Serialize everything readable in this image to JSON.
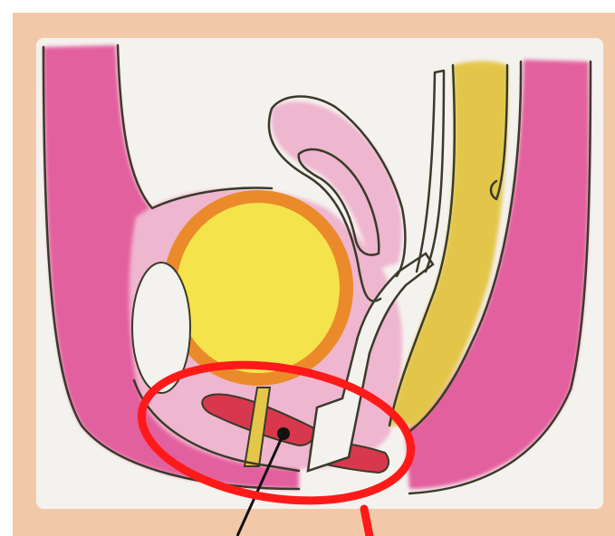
{
  "diagram": {
    "type": "anatomical illustration",
    "colors": {
      "page": "#ffffff",
      "frame": "#f2c9a8",
      "canvas": "#f4f2ee",
      "pink_tissue": "#e3609e",
      "light_pink": "#efb6cf",
      "organ_yellow": "#f4e34a",
      "organ_orange": "#ea8a2a",
      "mustard": "#e3c64a",
      "red_band": "#d8384d",
      "outline": "#3a3a2a",
      "highlight_ellipse": "#ff1a1a",
      "pointer_line": "#111111"
    },
    "icons": [
      "pointer-dot",
      "callout-line",
      "highlight-ellipse"
    ]
  }
}
